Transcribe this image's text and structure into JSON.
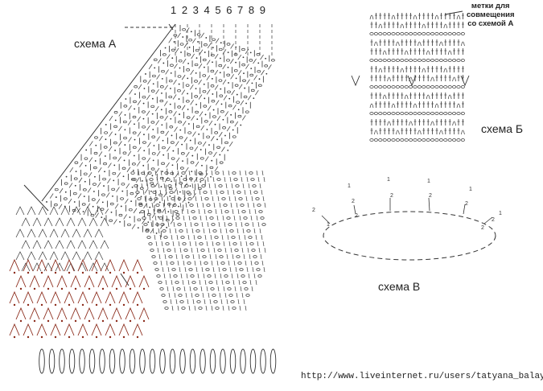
{
  "labels": {
    "row_numbers": "1 2 3 4 5 6 7 8 9",
    "scheme_a": "схема А",
    "scheme_b": "схема Б",
    "scheme_v": "схема В",
    "marker_note_line1": "метки для",
    "marker_note_line2": "совмещения",
    "marker_note_line3": "со схемой А",
    "url": "http://www.liveinternet.ru/users/tatyana_balayan/"
  },
  "scheme_v": {
    "stitch_numbers": [
      "2",
      "1",
      "2",
      "1",
      "2",
      "1",
      "2",
      "1",
      "2",
      "1",
      "2",
      "1",
      "2",
      "2"
    ]
  },
  "colors": {
    "ink": "#333333",
    "border_motif": "#8b2a1a",
    "background": "#ffffff"
  }
}
